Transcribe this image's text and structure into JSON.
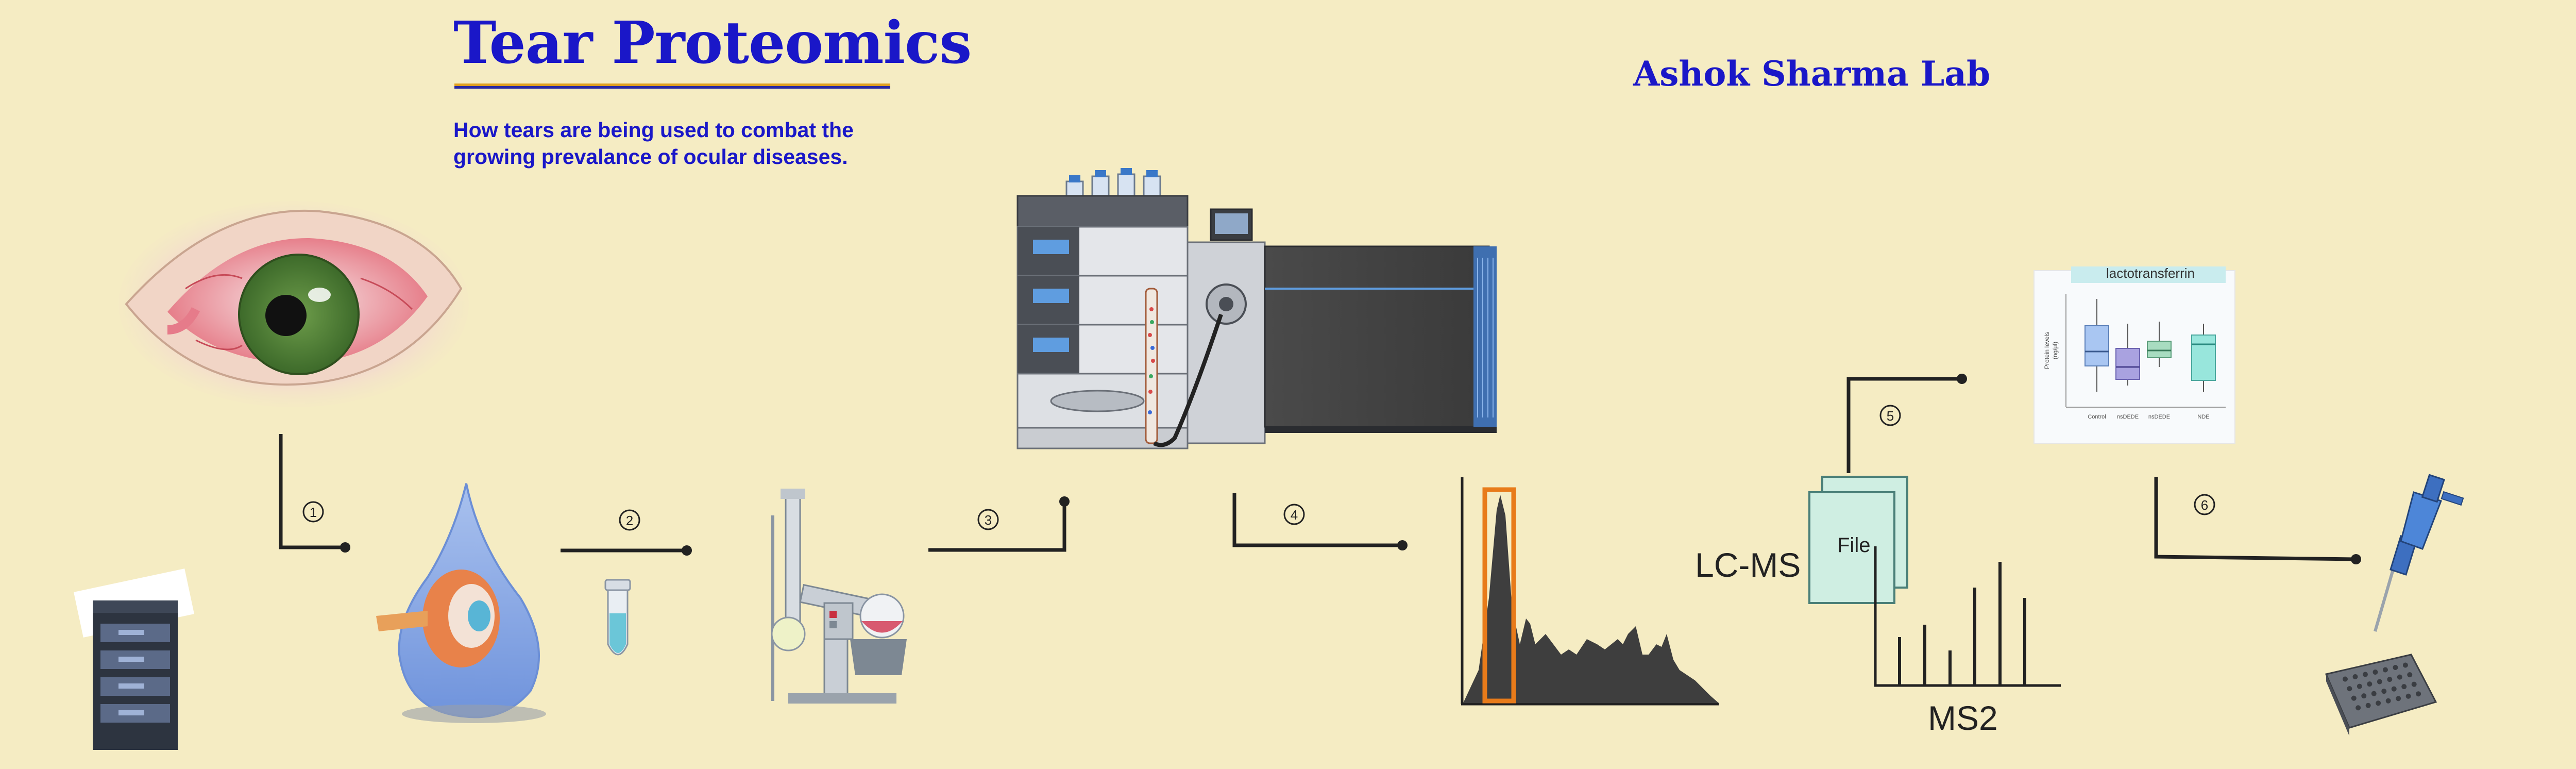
{
  "header": {
    "title": "Tear Proteomics",
    "subtitle_line1": "How tears are being used to combat the",
    "subtitle_line2": "growing prevalance of ocular diseases.",
    "lab_name": "Ashok Sharma Lab"
  },
  "steps": [
    "1",
    "2",
    "3",
    "4",
    "5",
    "6"
  ],
  "labels": {
    "lcms": "LC-MS",
    "file": "File",
    "ms2": "MS2"
  },
  "boxplot": {
    "title": "lactotransferrin",
    "ylabel_line1": "Protein levels",
    "ylabel_line2": "(ng/μl)",
    "categories": [
      "Control",
      "nsDEDE",
      "nsDEDE",
      "NDE"
    ],
    "colors": [
      "#a9c6f2",
      "#a9a2e0",
      "#a8dcc0",
      "#98e6dc"
    ]
  },
  "colors": {
    "background": "#f5ecc3",
    "title": "#1a17c8",
    "peak_highlight": "#e87b1a"
  }
}
